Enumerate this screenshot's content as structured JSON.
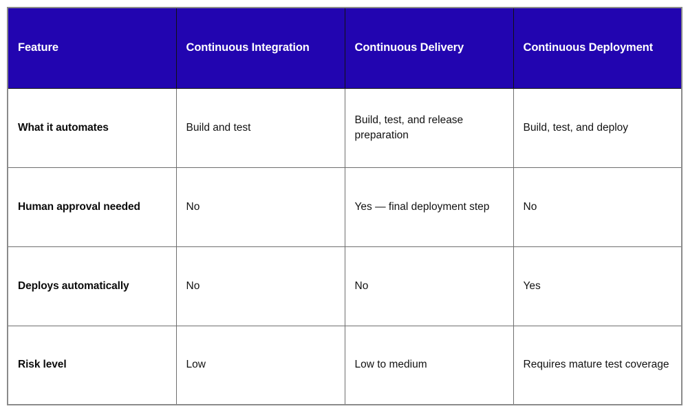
{
  "table": {
    "accent_header_bg": "#2205b0",
    "header_text_color": "#ffffff",
    "grid_line_color": "#6e6e6e",
    "outer_border_color": "#8a8a8a",
    "body_text_color": "#121212",
    "columns": [
      "Feature",
      "Continuous Integration",
      "Continuous Delivery",
      "Continuous Deployment"
    ],
    "rows": [
      {
        "feature": "What it automates",
        "continuous_integration": "Build and test",
        "continuous_delivery": "Build, test, and release preparation",
        "continuous_deployment": "Build, test, and deploy"
      },
      {
        "feature": "Human approval needed",
        "continuous_integration": "No",
        "continuous_delivery": "Yes — final deployment step",
        "continuous_deployment": "No"
      },
      {
        "feature": "Deploys automatically",
        "continuous_integration": "No",
        "continuous_delivery": "No",
        "continuous_deployment": "Yes"
      },
      {
        "feature": "Risk level",
        "continuous_integration": "Low",
        "continuous_delivery": "Low to medium",
        "continuous_deployment": "Requires mature test coverage"
      }
    ]
  }
}
